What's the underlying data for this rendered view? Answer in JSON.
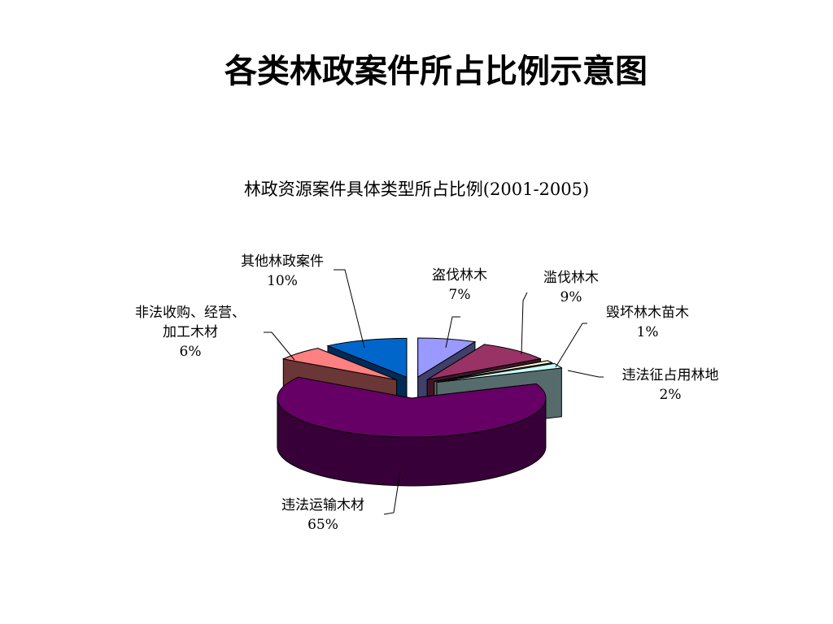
{
  "title": "各类林政案件所占比例示意图",
  "chart_data": {
    "type": "pie",
    "title": "林政资源案件具体类型所占比例(2001-2005)",
    "style": "3d-exploded",
    "slices": [
      {
        "name": "盗伐林木",
        "pct": "7%",
        "value": 7,
        "color": "#9999FF"
      },
      {
        "name": "滥伐林木",
        "pct": "9%",
        "value": 9,
        "color": "#993366"
      },
      {
        "name": "毁坏林木苗木",
        "pct": "1%",
        "value": 1,
        "color": "#FFFFCC"
      },
      {
        "name": "违法征占用林地",
        "pct": "2%",
        "value": 2,
        "color": "#CCFFFF"
      },
      {
        "name": "违法运输木材",
        "pct": "65%",
        "value": 65,
        "color": "#660066"
      },
      {
        "name": "非法收购、经营、加工木材",
        "lines": [
          "非法收购、经营、",
          "加工木材"
        ],
        "pct": "6%",
        "value": 6,
        "color": "#FF8080"
      },
      {
        "name": "其他林政案件",
        "pct": "10%",
        "value": 10,
        "color": "#0066CC"
      }
    ]
  }
}
